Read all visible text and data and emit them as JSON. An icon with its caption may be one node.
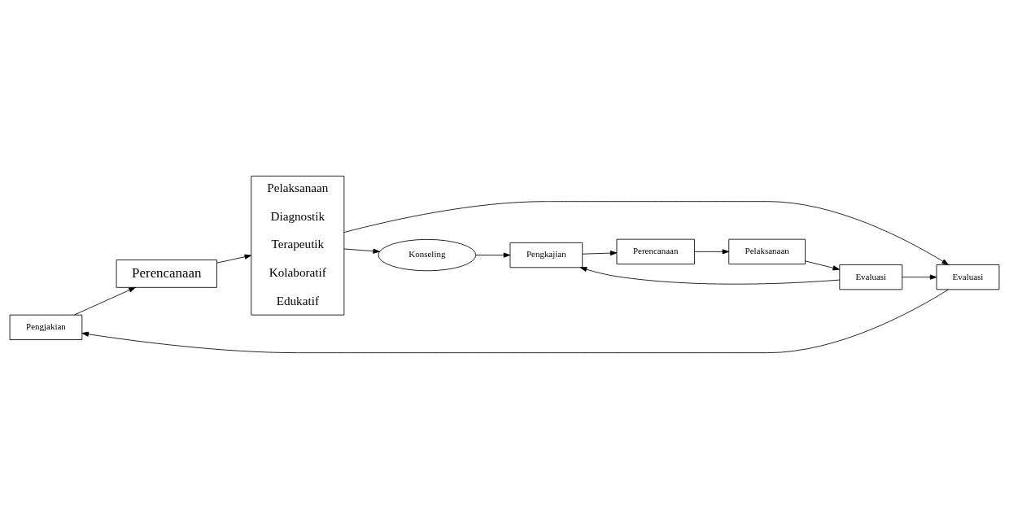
{
  "diagram": {
    "nodes": [
      {
        "text": [
          "Pengjakian"
        ]
      },
      {
        "text": [
          "Perencanaan"
        ]
      },
      {
        "text": [
          "Evaluasi"
        ]
      },
      {
        "text": [
          "Pelaksanaan",
          "Diagnostik",
          "Terapeutik",
          "Kolaboratif",
          "Edukatif"
        ]
      },
      {
        "text": [
          "Konseling"
        ]
      },
      {
        "text": [
          "Pengkajian"
        ]
      },
      {
        "text": [
          "Perencanaan"
        ]
      },
      {
        "text": [
          "Pelaksanaan"
        ]
      },
      {
        "text": [
          "Evaluasi"
        ]
      }
    ],
    "edges": [
      {
        "from": 2,
        "to": 0,
        "arrow": "to"
      },
      {
        "from": 0,
        "to": 1,
        "arrow": "to"
      },
      {
        "from": 1,
        "to": 3,
        "arrow": "to"
      },
      {
        "from": 3,
        "to": 2,
        "arrow": "to"
      },
      {
        "from": 3,
        "to": 4,
        "arrow": "to"
      },
      {
        "from": 4,
        "to": 5,
        "arrow": "to"
      },
      {
        "from": 5,
        "to": 6,
        "arrow": "to"
      },
      {
        "from": 6,
        "to": 7,
        "arrow": "to"
      },
      {
        "from": 7,
        "to": 8,
        "arrow": "to"
      },
      {
        "from": 8,
        "to": 5,
        "arrow": "to"
      },
      {
        "from": 8,
        "to": 2,
        "arrow": "to"
      }
    ]
  }
}
